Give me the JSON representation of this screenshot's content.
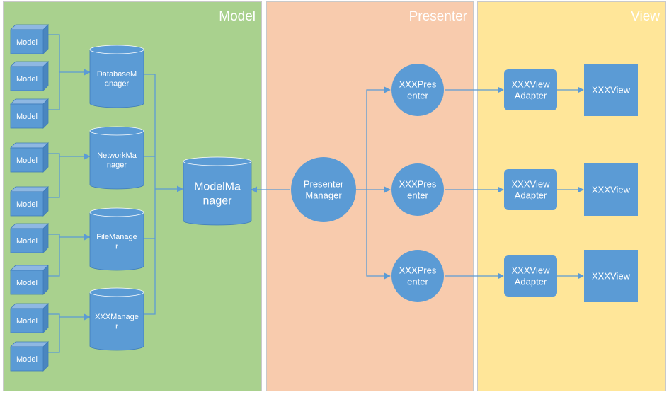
{
  "lanes": {
    "model": "Model",
    "presenter": "Presenter",
    "view": "View"
  },
  "model_cubes": [
    "Model",
    "Model",
    "Model",
    "Model",
    "Model",
    "Model",
    "Model",
    "Model",
    "Model",
    "Model"
  ],
  "managers": [
    [
      "DatabaseM",
      "anager"
    ],
    [
      "NetworkMa",
      "nager"
    ],
    [
      "FileManage",
      "r"
    ],
    [
      "XXXManage",
      "r"
    ]
  ],
  "model_manager": [
    "ModelMa",
    "nager"
  ],
  "presenter_manager": [
    "Presenter",
    "Manager"
  ],
  "presenters": [
    [
      "XXXPres",
      "enter"
    ],
    [
      "XXXPres",
      "enter"
    ],
    [
      "XXXPres",
      "enter"
    ]
  ],
  "view_adapters": [
    [
      "XXXView",
      "Adapter"
    ],
    [
      "XXXView",
      "Adapter"
    ],
    [
      "XXXView",
      "Adapter"
    ]
  ],
  "views": [
    "XXXView",
    "XXXView",
    "XXXView"
  ],
  "colors": {
    "shape_fill": "#5b9bd5",
    "shape_top": "#8fb8e2",
    "connector": "#5b9bd5",
    "model_lane": "#a9d18e",
    "presenter_lane": "#f8cbad",
    "view_lane": "#ffe699"
  }
}
